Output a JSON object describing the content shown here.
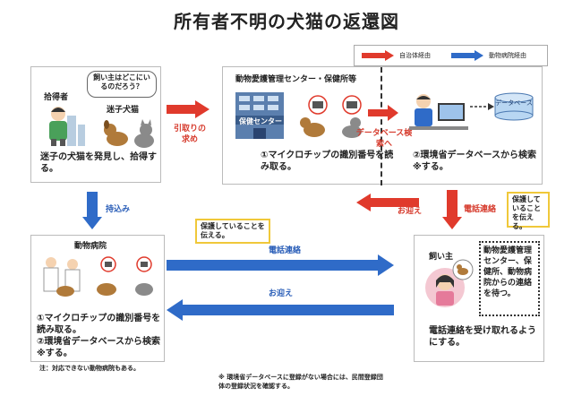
{
  "title": "所有者不明の犬猫の返還図",
  "legend": {
    "red_label": "自治体経由",
    "blue_label": "動物病院経由",
    "red_color": "#e03a2c",
    "blue_color": "#2f6bc8"
  },
  "finder": {
    "person_label": "拾得者",
    "thought": "飼い主はどこにいるのだろう？",
    "animal_label": "迷子犬猫",
    "desc": "迷子の犬猫を発見し、拾得する。"
  },
  "arrow_request": "引取りの求め",
  "center": {
    "title": "動物愛護管理センター・保健所等",
    "building_sign": "保健センター",
    "step1": "①マイクロチップの識別番号を読み取る。",
    "db_search_label": "データベース検索へ",
    "db_label": "データベース",
    "step2": "②環境省データベースから検索※する。"
  },
  "bring_in": "持込み",
  "pickup_right": "お迎え",
  "phone_right": "電話連絡",
  "note_owner_notify": "保護していることを伝える。",
  "hospital": {
    "title": "動物病院",
    "step1": "①マイクロチップの識別番号を読み取る。",
    "step2": "②環境省データベースから検索※する。",
    "note": "注：対応できない動物病院もある。"
  },
  "note_hospital_notify": "保護していることを伝える。",
  "phone_blue": "電話連絡",
  "pickup_blue": "お迎え",
  "owner": {
    "label": "飼い主",
    "wait_text": "動物愛護管理センター、保健所、動物病院からの連絡を待つ。",
    "desc": "電話連絡を受け取れるようにする。"
  },
  "footnote": "※ 環境省データベースに登録がない場合には、民間登録団体の登録状況を確認する。"
}
